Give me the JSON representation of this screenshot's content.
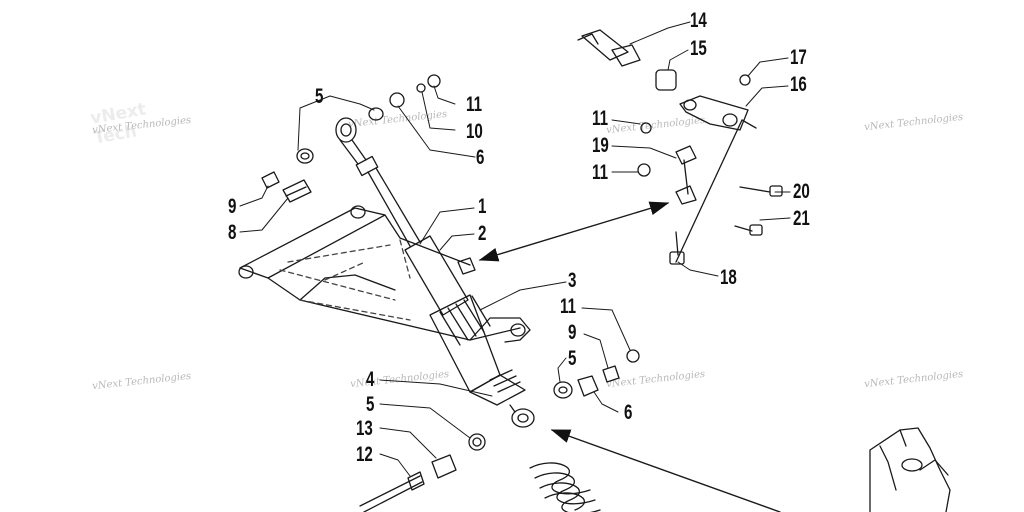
{
  "callouts": [
    "14",
    "15",
    "17",
    "16",
    "5",
    "11",
    "10",
    "6",
    "11",
    "19",
    "11",
    "20",
    "21",
    "18",
    "9",
    "8",
    "1",
    "2",
    "3",
    "11",
    "9",
    "5",
    "6",
    "4",
    "5",
    "13",
    "12"
  ],
  "watermark": "vNext Technologies",
  "colors": {
    "line": "#1a1a1a",
    "dash": "#444444",
    "watermark": "#b9b9b9"
  }
}
